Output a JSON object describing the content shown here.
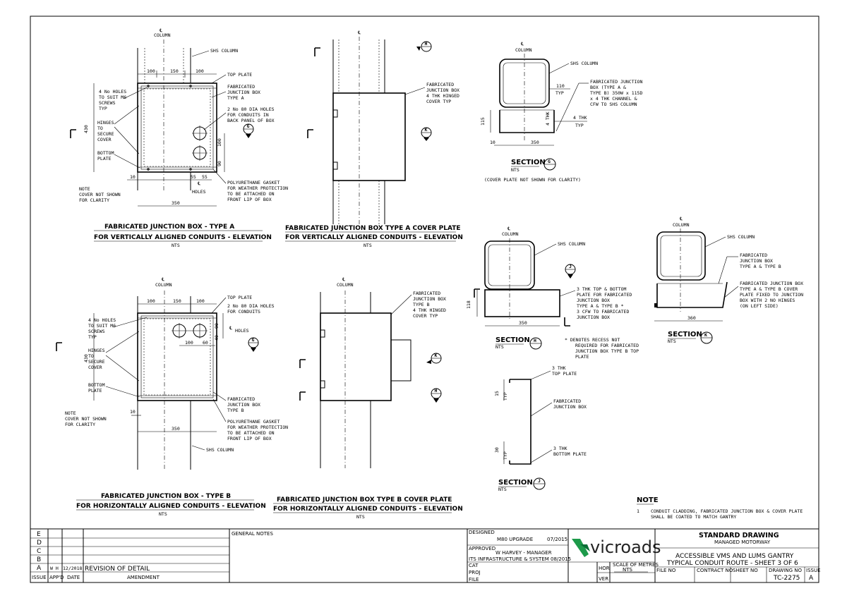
{
  "drawings": {
    "type_a_elevation": {
      "title1": "FABRICATED JUNCTION BOX - TYPE A",
      "title2": "FOR VERTICALLY ALIGNED CONDUITS - ELEVATION",
      "scale": "NTS",
      "column": "COLUMN",
      "shs": "SHS COLUMN",
      "top_plate": "TOP PLATE",
      "fjb": [
        "FABRICATED",
        "JUNCTION BOX",
        "TYPE A"
      ],
      "holes80": [
        "2 No 80 DIA HOLES",
        "FOR CONDUITS IN",
        "BACK PANEL OF BOX"
      ],
      "holes4": [
        "4 No HOLES",
        "TO SUIT M6",
        "SCREWS",
        "TYP"
      ],
      "hinges": [
        "HINGES",
        "TO",
        "SECURE",
        "COVER"
      ],
      "bottom": [
        "BOTTOM",
        "PLATE"
      ],
      "gasket": [
        "POLYURETHANE GASKET",
        "FOR WEATHER PROTECTION",
        "TO BE ATTACHED ON",
        "FRONT LIP OF BOX"
      ],
      "note": [
        "NOTE",
        "COVER NOT SHOWN",
        "FOR CLARITY"
      ],
      "holes_lbl": "HOLES",
      "dims": {
        "d100a": "100",
        "d150": "150",
        "d100b": "100",
        "d430": "430",
        "d100v": "100",
        "d90": "90",
        "d10": "10",
        "d55a": "55",
        "d55b": "55",
        "d350": "350"
      },
      "callout": "G"
    },
    "type_a_cover": {
      "title1": "FABRICATED JUNCTION BOX TYPE A COVER PLATE",
      "title2": "FOR VERTICALLY ALIGNED CONDUITS - ELEVATION",
      "scale": "NTS",
      "lbl": [
        "FABRICATED",
        "JUNCTION BOX",
        "4 THK HINGED",
        "COVER TYP"
      ],
      "callout_h": "H",
      "callout_k": "K"
    },
    "section_g": {
      "column": "COLUMN",
      "shs": "SHS COLUMN",
      "lbl": [
        "FABRICATED JUNCTION",
        "BOX (TYPE A &",
        "TYPE B) 350W x 115D",
        "x 4 THK CHANNEL &",
        "CFW TO SHS COLUMN"
      ],
      "d110": "110",
      "typ": "TYP",
      "d4thk": "4 THK",
      "d4thk2": "4 THK",
      "typ2": "TYP",
      "d115": "115",
      "d10": "10",
      "d350": "350",
      "section": "SECTION",
      "letter": "G",
      "scale": "NTS",
      "note": "(COVER PLATE NOT SHOWN FOR CLARITY)"
    },
    "section_h": {
      "column": "COLUMN",
      "shs": "SHS COLUMN",
      "lbl": [
        "3 THK TOP & BOTTOM",
        "PLATE FOR FABRICATED",
        "JUNCTION BOX",
        "TYPE A & TYPE B *",
        "3 CFW TO FABRICATED",
        "JUNCTION BOX"
      ],
      "d118": "118",
      "d350": "350",
      "section": "SECTION",
      "letter": "H",
      "scale": "NTS",
      "recess": [
        "*   DENOTES RECESS NOT",
        "REQUIRED FOR FABRICATED",
        "JUNCTION BOX TYPE B TOP",
        "PLATE"
      ],
      "callout": "J"
    },
    "section_k": {
      "column": "COLUMN",
      "shs": "SHS COLUMN",
      "lbl1": [
        "FABRICATED",
        "JUNCTION BOX",
        "TYPE A & TYPE B"
      ],
      "lbl2": [
        "FABRICATED JUNCTION BOX",
        "TYPE A & TYPE B COVER",
        "PLATE FIXED TO JUNCTION",
        "BOX WITH 2 NO HINGES",
        "(ON LEFT SIDE)"
      ],
      "d360": "360",
      "section": "SECTION",
      "letter": "K",
      "scale": "NTS"
    },
    "type_b_elevation": {
      "title1": "FABRICATED JUNCTION BOX - TYPE B",
      "title2": "FOR HORIZONTALLY ALIGNED CONDUITS - ELEVATION",
      "scale": "NTS",
      "column": "COLUMN",
      "top_plate": "TOP PLATE",
      "holes80": [
        "2 No 80 DIA HOLES",
        "FOR CONDUITS"
      ],
      "holes_lbl": "HOLES",
      "holes4": [
        "4 No HOLES",
        "TO SUIT M6",
        "SCREWS",
        "TYP"
      ],
      "hinges": [
        "HINGES",
        "TO",
        "SECURE",
        "COVER"
      ],
      "bottom": [
        "BOTTOM",
        "PLATE"
      ],
      "fjb": [
        "FABRICATED",
        "JUNCTION BOX",
        "TYPE B"
      ],
      "gasket": [
        "POLYURETHANE GASKET",
        "FOR WEATHER PROTECTION",
        "TO BE ATTACHED ON",
        "FRONT LIP OF BOX"
      ],
      "note": [
        "NOTE",
        "COVER NOT SHOWN",
        "FOR CLARITY"
      ],
      "shs": "SHS COLUMN",
      "dims": {
        "d100a": "100",
        "d150": "150",
        "d100b": "100",
        "d430": "430",
        "d90": "90",
        "d40": "40",
        "d100h": "100",
        "d60": "60",
        "d10": "10",
        "d350": "350"
      },
      "callout": "G"
    },
    "type_b_cover": {
      "title1": "FABRICATED JUNCTION BOX TYPE B COVER PLATE",
      "title2": "FOR HORIZONTALLY ALIGNED CONDUITS - ELEVATION",
      "scale": "NTS",
      "column": "COLUMN",
      "lbl": [
        "FABRICATED",
        "JUNCTION BOX",
        "TYPE B",
        "4 THK HINGED",
        "COVER TYP"
      ],
      "callout_k": "K",
      "callout_h": "H"
    },
    "section_j": {
      "top": [
        "3 THK",
        "TOP PLATE"
      ],
      "mid": [
        "FABRICATED",
        "JUNCTION BOX"
      ],
      "bot": [
        "3 THK",
        "BOTTOM PLATE"
      ],
      "d15": "15",
      "typ": "TYP",
      "d30": "30",
      "typ2": "TYP",
      "section": "SECTION",
      "letter": "J",
      "scale": "NTS"
    }
  },
  "note_block": {
    "heading": "NOTE",
    "num": "1",
    "text": [
      "CONDUIT CLADDING, FABRICATED JUNCTION BOX & COVER PLATE",
      "SHALL BE COATED TO MATCH GANTRY"
    ]
  },
  "title_block": {
    "issues": [
      "E",
      "D",
      "C",
      "B",
      "A"
    ],
    "row_a": {
      "appd": "W H",
      "date": "12/2018",
      "amend": "REVISION OF DETAIL"
    },
    "hdr": {
      "issue": "ISSUE",
      "appd": "APP'D",
      "date": "DATE",
      "amend": "AMENDMENT"
    },
    "general_notes": "GENERAL NOTES",
    "designed_lbl": "DESIGNED",
    "designed_val": "M80 UPGRADE",
    "designed_date": "07/2015",
    "approved_lbl": "APPROVED",
    "approved_val": "W HARVEY - MANAGER",
    "approved_val2": "ITS INFRASTRUCTURE & SYSTEM 08/2015",
    "cat": "CAT",
    "proj": "PROJ",
    "file": "FILE",
    "logo": "vicroads",
    "hor": "HOR",
    "ver": "VER",
    "scale_lbl": "SCALE OF METRES",
    "scale_val": "NTS",
    "std": "STANDARD DRAWING",
    "managed": "MANAGED MOTORWAY",
    "title1": "ACCESSIBLE VMS AND LUMS GANTRY",
    "title2": "TYPICAL CONDUIT ROUTE - SHEET 3 OF 6",
    "file_no": "FILE NO",
    "contract_no": "CONTRACT NO",
    "sheet_no": "SHEET NO",
    "drawing_no_lbl": "DRAWING NO",
    "drawing_no": "TC-2275",
    "issue_lbl": "ISSUE",
    "issue_val": "A"
  }
}
